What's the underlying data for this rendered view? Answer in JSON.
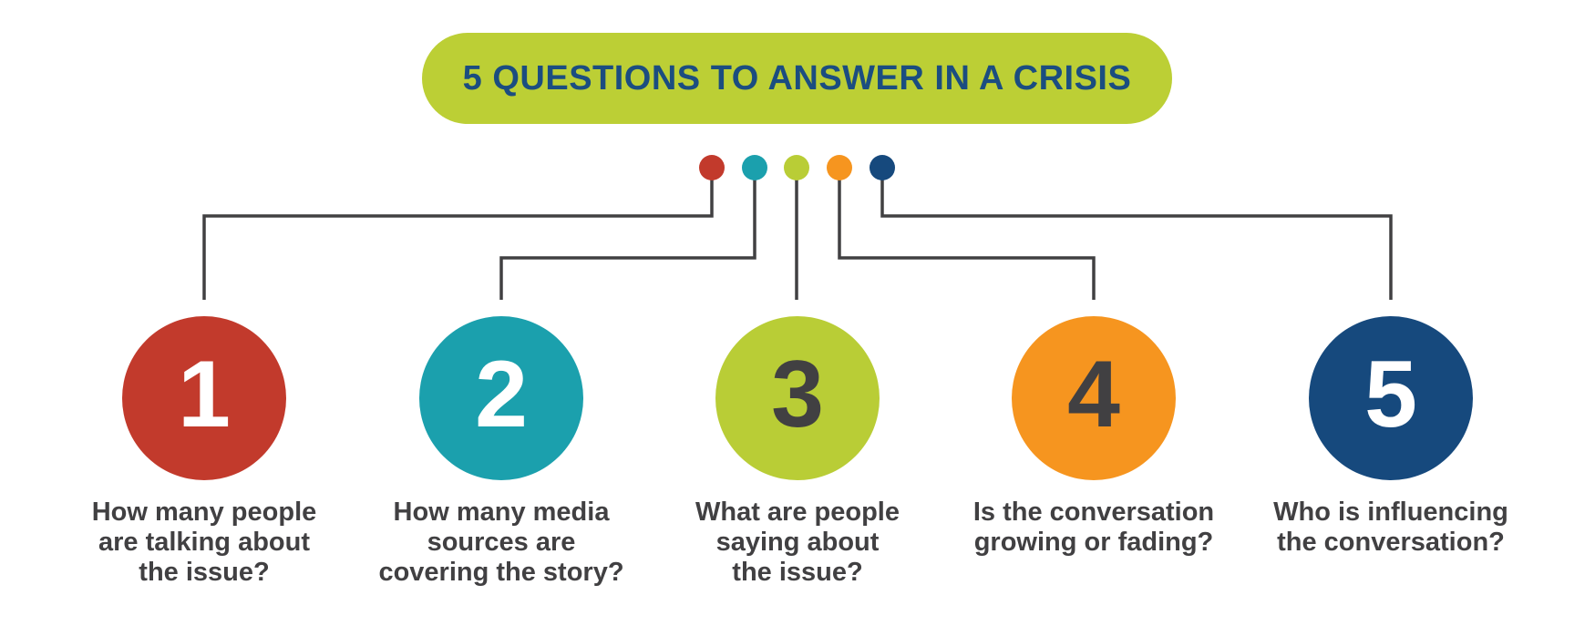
{
  "title": "5 QUESTIONS TO ANSWER IN A CRISIS",
  "colors": {
    "banner": "#bccf35",
    "title_text": "#1b4d80",
    "red": "#c23a2c",
    "teal": "#1ba0ad",
    "lime": "#b9cd36",
    "orange": "#f6951f",
    "navy": "#16497d",
    "text_dark": "#414042",
    "line": "#414042",
    "background": "#ffffff"
  },
  "steps": [
    {
      "number": "1",
      "color_name": "red",
      "number_color": "white",
      "label_lines": [
        "How many people",
        "are talking about",
        "the issue?"
      ]
    },
    {
      "number": "2",
      "color_name": "teal",
      "number_color": "white",
      "label_lines": [
        "How many media",
        "sources are",
        "covering the story?"
      ]
    },
    {
      "number": "3",
      "color_name": "lime",
      "number_color": "dark-gray",
      "label_lines": [
        "What are people",
        "saying about",
        "the issue?"
      ]
    },
    {
      "number": "4",
      "color_name": "orange",
      "number_color": "dark-gray",
      "label_lines": [
        "Is the conversation",
        "growing or fading?"
      ]
    },
    {
      "number": "5",
      "color_name": "navy",
      "number_color": "white",
      "label_lines": [
        "Who is influencing",
        "the conversation?"
      ]
    }
  ]
}
